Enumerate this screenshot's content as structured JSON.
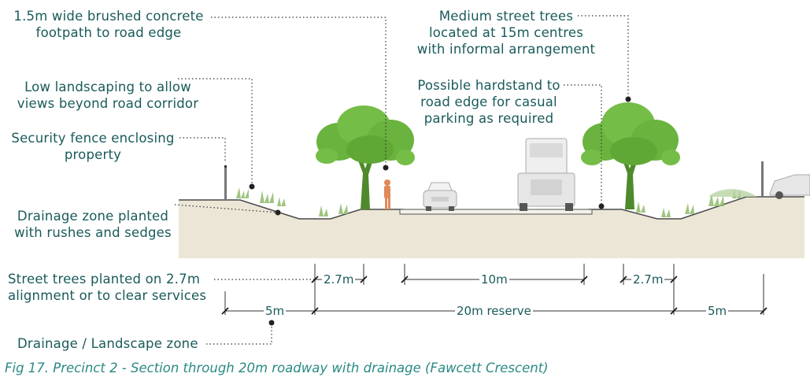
{
  "annotations": {
    "footpath": [
      "1.5m wide brushed concrete",
      "footpath to road edge"
    ],
    "low_landscaping": [
      "Low landscaping to allow",
      "views beyond road corridor"
    ],
    "security_fence": [
      "Security fence enclosing",
      "property"
    ],
    "drainage_zone": [
      "Drainage zone planted",
      "with rushes and sedges"
    ],
    "street_trees": [
      "Street trees planted on 2.7m",
      "alignment or to clear services"
    ],
    "drainage_landscape": "Drainage / Landscape zone",
    "medium_trees": [
      "Medium street trees",
      "located at 15m centres",
      "with informal arrangement"
    ],
    "hardstand": [
      "Possible hardstand to",
      "road edge for casual",
      "parking as required"
    ]
  },
  "dimensions": {
    "left_verge": "2.7m",
    "carriageway": "10m",
    "right_verge": "2.7m",
    "left_zone": "5m",
    "reserve": "20m reserve",
    "right_zone": "5m"
  },
  "caption": "Fig 17.  Precinct 2 - Section through 20m roadway with drainage (Fawcett Crescent)",
  "colors": {
    "ground": "#ece6d6",
    "tree": "#6ab33e",
    "trunk": "#4e8a2c",
    "text": "#1a5a5a",
    "caption": "#2a8a84",
    "person": "#e08a5a"
  }
}
